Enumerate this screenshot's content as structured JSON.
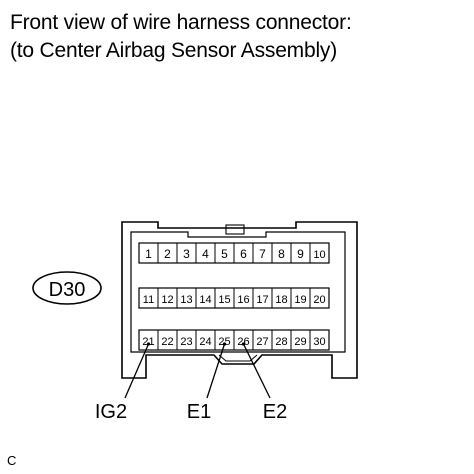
{
  "caption": {
    "line1": "Front view of wire harness connector:",
    "line2": "(to Center Airbag Sensor Assembly)"
  },
  "connector": {
    "code": "D30",
    "rows": [
      [
        "1",
        "2",
        "3",
        "4",
        "5",
        "6",
        "7",
        "8",
        "9",
        "10"
      ],
      [
        "11",
        "12",
        "13",
        "14",
        "15",
        "16",
        "17",
        "18",
        "19",
        "20"
      ],
      [
        "21",
        "22",
        "23",
        "24",
        "25",
        "26",
        "27",
        "28",
        "29",
        "30"
      ]
    ]
  },
  "terminal_labels": [
    {
      "label": "IG2",
      "pin": "21"
    },
    {
      "label": "E1",
      "pin": "25"
    },
    {
      "label": "E2",
      "pin": "26"
    }
  ],
  "corner_code": "C"
}
